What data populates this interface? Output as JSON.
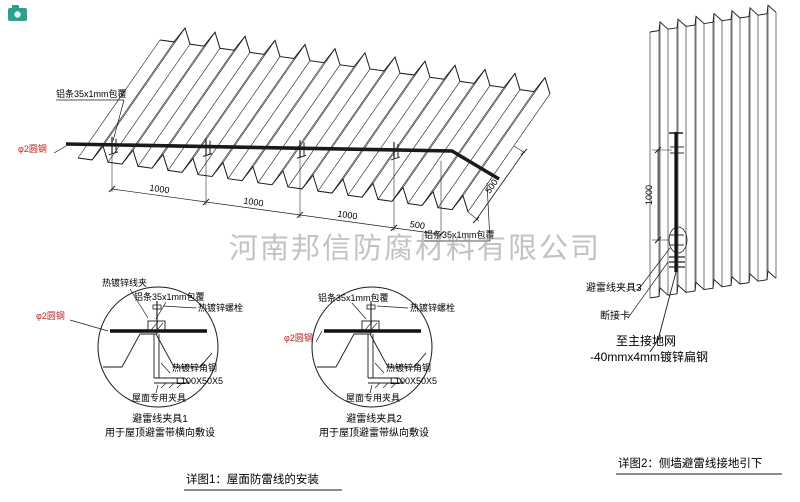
{
  "watermark": {
    "text": "河南邦信防腐材料有限公司"
  },
  "roof": {
    "labels": {
      "strip_top": "铝条35x1mm包覆",
      "strip_right": "铝条35x1mm包覆",
      "round_steel": "φ2圆钢"
    },
    "dims": [
      "1000",
      "1000",
      "1000",
      "500"
    ],
    "dim_side": "500"
  },
  "detail1": {
    "labels": {
      "clip": "热镀锌线夹",
      "strip": "铝条35x1mm包覆",
      "bolt": "热镀锌螺栓",
      "round_steel": "φ2圆钢",
      "angle": "热镀锌角钢",
      "angle_size": "L100X50X5",
      "fixture": "屋面专用夹具"
    },
    "title": "避雷线夹具1",
    "subtitle": "用于屋顶避雷带横向敷设"
  },
  "detail2": {
    "labels": {
      "strip": "铝条35x1mm包覆",
      "bolt": "热镀锌螺栓",
      "round_steel": "φ2圆钢",
      "angle": "热镀锌角钢",
      "angle_size": "L100X50X5",
      "fixture": "屋面专用夹具"
    },
    "title": "避雷线夹具2",
    "subtitle": "用于屋顶避雷带纵向敷设"
  },
  "wall": {
    "dim": "1000",
    "labels": {
      "clamp3": "避雷线夹具3",
      "disconnect": "断接卡",
      "to_ground": "至主接地网",
      "flat_steel": "-40mmx4mm镀锌扁钢"
    }
  },
  "captions": {
    "fig1": "详图1：屋面防雷线的安装",
    "fig2": "详图2：侧墙避雷线接地引下"
  },
  "colors": {
    "red": "#bb2222",
    "line": "#1a1a1a",
    "watermark": "#9a9a9a",
    "icon": "#2f9e8e"
  }
}
